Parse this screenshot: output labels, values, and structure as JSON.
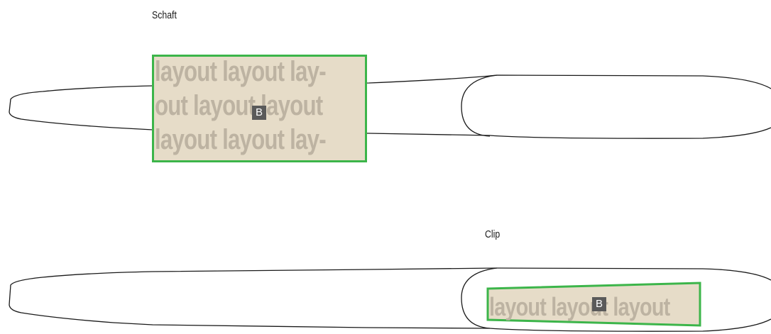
{
  "labels": {
    "schaft": "Schaft",
    "clip": "Clip"
  },
  "print_areas": {
    "schaft": {
      "badge": "B",
      "filler_lines": [
        "layout layout lay-",
        "out layout layout",
        "layout layout lay-"
      ]
    },
    "clip": {
      "badge": "B",
      "filler_text": "layout layout layout"
    }
  },
  "colors": {
    "outline": "#1a1a1a",
    "print_area_border": "#3cb54a",
    "print_area_fill": "#e6dcc8",
    "filler_text": "#bdb3a2",
    "badge_bg": "#5a5a5a"
  }
}
